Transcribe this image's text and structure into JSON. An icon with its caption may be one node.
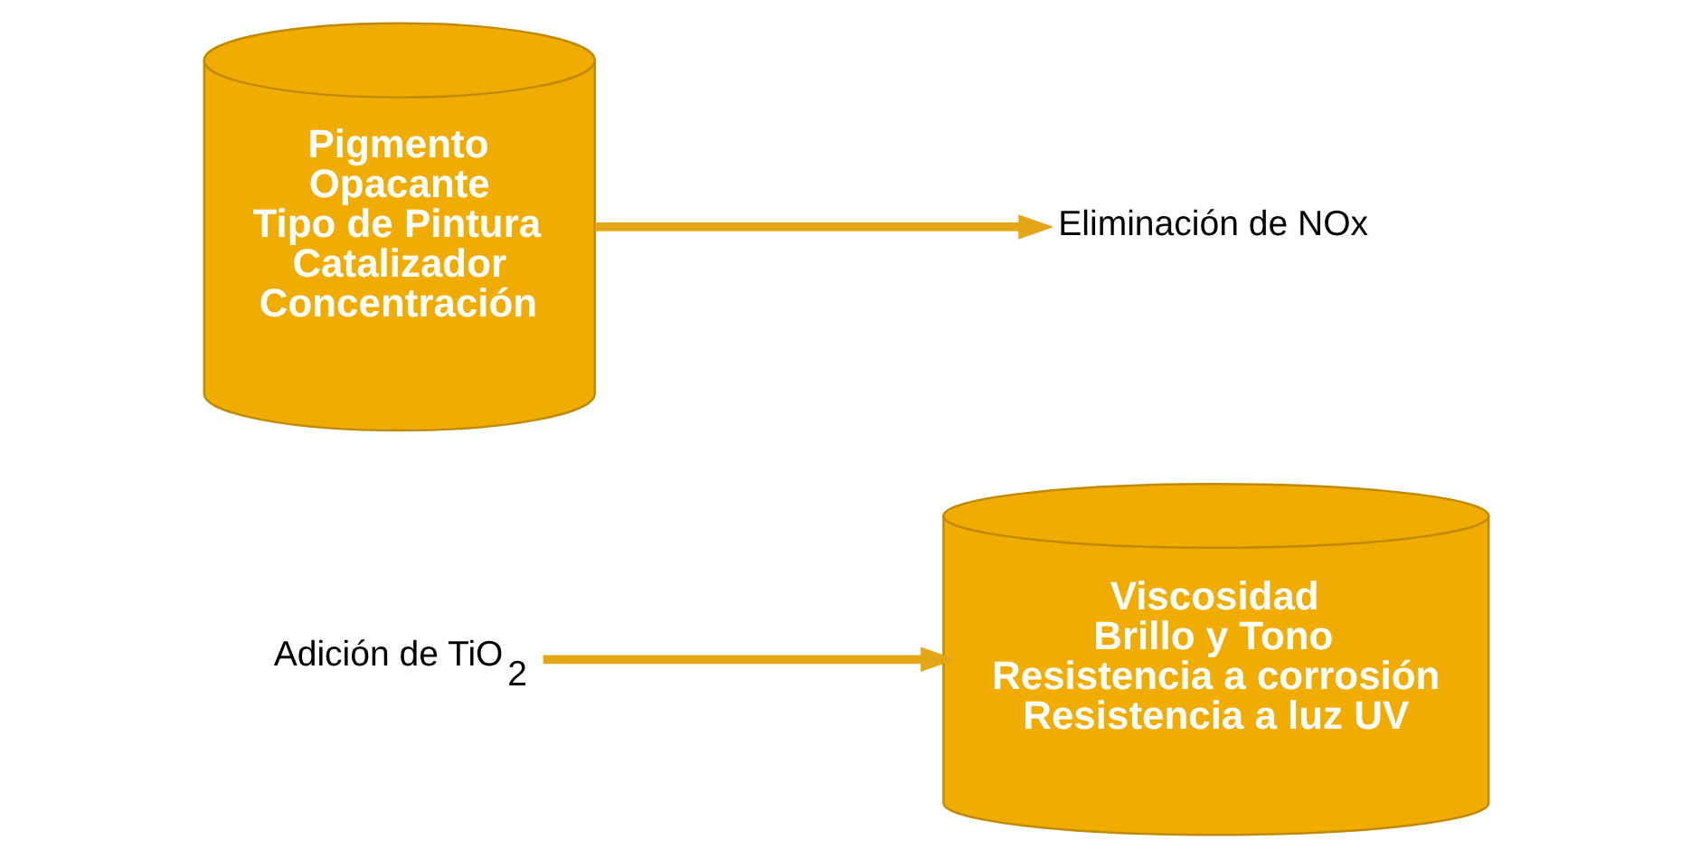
{
  "diagram": {
    "nodes": [
      {
        "text": [
          "Adición de TiO$_{2}$"
        ]
      },
      {
        "text": [
          "Viscosidad",
          "Brillo y Tono",
          "Resistencia a corrosión",
          "Resistencia a luz UV"
        ]
      },
      {
        "text": [
          "Pigmento",
          "Opacante",
          "Tipo de Pintura",
          "Catalizador",
          "Concentración"
        ]
      },
      {
        "text": [
          "Eliminación de NOx"
        ]
      }
    ],
    "edges": [
      {
        "from": 0,
        "to": 1,
        "arrow": "to"
      },
      {
        "from": 2,
        "to": 3,
        "arrow": "to"
      }
    ]
  }
}
